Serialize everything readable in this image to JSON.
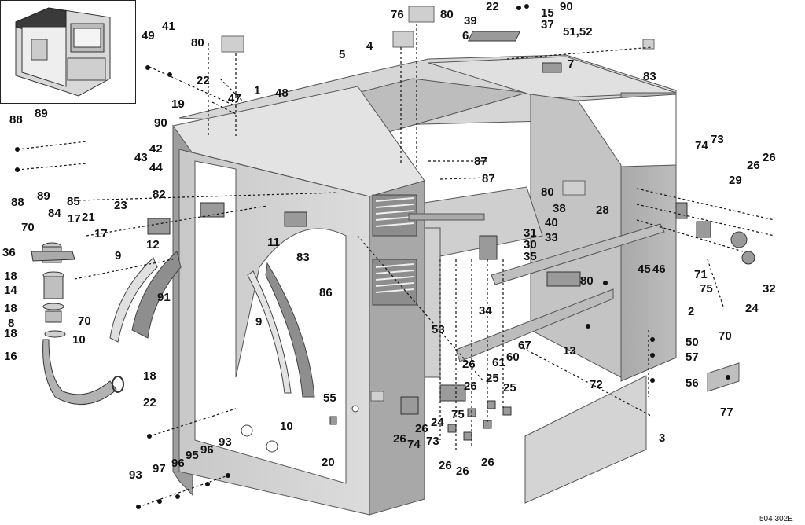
{
  "drawing_code": "504 302E",
  "callouts": [
    {
      "id": "c1",
      "text": "1"
    },
    {
      "id": "c2",
      "text": "2"
    },
    {
      "id": "c3",
      "text": "3"
    },
    {
      "id": "c4",
      "text": "4"
    },
    {
      "id": "c5",
      "text": "5"
    },
    {
      "id": "c6",
      "text": "6"
    },
    {
      "id": "c7",
      "text": "7"
    },
    {
      "id": "c8",
      "text": "8"
    },
    {
      "id": "c9a",
      "text": "9"
    },
    {
      "id": "c9b",
      "text": "9"
    },
    {
      "id": "c10a",
      "text": "10"
    },
    {
      "id": "c10b",
      "text": "10"
    },
    {
      "id": "c11",
      "text": "11"
    },
    {
      "id": "c12",
      "text": "12"
    },
    {
      "id": "c13",
      "text": "13"
    },
    {
      "id": "c14",
      "text": "14"
    },
    {
      "id": "c15",
      "text": "15"
    },
    {
      "id": "c16",
      "text": "16"
    },
    {
      "id": "c17a",
      "text": "17"
    },
    {
      "id": "c17b",
      "text": "17"
    },
    {
      "id": "c18a",
      "text": "18"
    },
    {
      "id": "c18b",
      "text": "18"
    },
    {
      "id": "c18c",
      "text": "18"
    },
    {
      "id": "c18d",
      "text": "18"
    },
    {
      "id": "c19",
      "text": "19"
    },
    {
      "id": "c20",
      "text": "20"
    },
    {
      "id": "c21",
      "text": "21"
    },
    {
      "id": "c22a",
      "text": "22"
    },
    {
      "id": "c22b",
      "text": "22"
    },
    {
      "id": "c22c",
      "text": "22"
    },
    {
      "id": "c23",
      "text": "23"
    },
    {
      "id": "c24a",
      "text": "24"
    },
    {
      "id": "c24b",
      "text": "24"
    },
    {
      "id": "c25a",
      "text": "25"
    },
    {
      "id": "c25b",
      "text": "25"
    },
    {
      "id": "c26a",
      "text": "26"
    },
    {
      "id": "c26b",
      "text": "26"
    },
    {
      "id": "c26c",
      "text": "26"
    },
    {
      "id": "c26d",
      "text": "26"
    },
    {
      "id": "c26e",
      "text": "26"
    },
    {
      "id": "c26f",
      "text": "26"
    },
    {
      "id": "c26g",
      "text": "26"
    },
    {
      "id": "c26h",
      "text": "26"
    },
    {
      "id": "c26i",
      "text": "26"
    },
    {
      "id": "c28",
      "text": "28"
    },
    {
      "id": "c29",
      "text": "29"
    },
    {
      "id": "c30",
      "text": "30"
    },
    {
      "id": "c31",
      "text": "31"
    },
    {
      "id": "c32",
      "text": "32"
    },
    {
      "id": "c33",
      "text": "33"
    },
    {
      "id": "c34",
      "text": "34"
    },
    {
      "id": "c35",
      "text": "35"
    },
    {
      "id": "c36",
      "text": "36"
    },
    {
      "id": "c37",
      "text": "37"
    },
    {
      "id": "c38",
      "text": "38"
    },
    {
      "id": "c39",
      "text": "39"
    },
    {
      "id": "c40",
      "text": "40"
    },
    {
      "id": "c41",
      "text": "41"
    },
    {
      "id": "c42",
      "text": "42"
    },
    {
      "id": "c43",
      "text": "43"
    },
    {
      "id": "c44",
      "text": "44"
    },
    {
      "id": "c45",
      "text": "45"
    },
    {
      "id": "c46",
      "text": "46"
    },
    {
      "id": "c47",
      "text": "47"
    },
    {
      "id": "c48",
      "text": "48"
    },
    {
      "id": "c49",
      "text": "49"
    },
    {
      "id": "c50",
      "text": "50"
    },
    {
      "id": "c5152",
      "text": "51,52"
    },
    {
      "id": "c53",
      "text": "53"
    },
    {
      "id": "c55",
      "text": "55"
    },
    {
      "id": "c56",
      "text": "56"
    },
    {
      "id": "c57",
      "text": "57"
    },
    {
      "id": "c60",
      "text": "60"
    },
    {
      "id": "c61",
      "text": "61"
    },
    {
      "id": "c67",
      "text": "67"
    },
    {
      "id": "c70a",
      "text": "70"
    },
    {
      "id": "c70b",
      "text": "70"
    },
    {
      "id": "c70c",
      "text": "70"
    },
    {
      "id": "c71",
      "text": "71"
    },
    {
      "id": "c72",
      "text": "72"
    },
    {
      "id": "c73a",
      "text": "73"
    },
    {
      "id": "c73b",
      "text": "73"
    },
    {
      "id": "c74a",
      "text": "74"
    },
    {
      "id": "c74b",
      "text": "74"
    },
    {
      "id": "c75a",
      "text": "75"
    },
    {
      "id": "c75b",
      "text": "75"
    },
    {
      "id": "c76",
      "text": "76"
    },
    {
      "id": "c77",
      "text": "77"
    },
    {
      "id": "c80a",
      "text": "80"
    },
    {
      "id": "c80b",
      "text": "80"
    },
    {
      "id": "c80c",
      "text": "80"
    },
    {
      "id": "c80d",
      "text": "80"
    },
    {
      "id": "c82",
      "text": "82"
    },
    {
      "id": "c83a",
      "text": "83"
    },
    {
      "id": "c83b",
      "text": "83"
    },
    {
      "id": "c84",
      "text": "84"
    },
    {
      "id": "c85",
      "text": "85"
    },
    {
      "id": "c86",
      "text": "86"
    },
    {
      "id": "c87a",
      "text": "87"
    },
    {
      "id": "c87b",
      "text": "87"
    },
    {
      "id": "c88a",
      "text": "88"
    },
    {
      "id": "c88b",
      "text": "88"
    },
    {
      "id": "c89a",
      "text": "89"
    },
    {
      "id": "c89b",
      "text": "89"
    },
    {
      "id": "c90a",
      "text": "90"
    },
    {
      "id": "c90b",
      "text": "90"
    },
    {
      "id": "c91",
      "text": "91"
    },
    {
      "id": "c93a",
      "text": "93"
    },
    {
      "id": "c93b",
      "text": "93"
    },
    {
      "id": "c95",
      "text": "95"
    },
    {
      "id": "c96a",
      "text": "96"
    },
    {
      "id": "c96b",
      "text": "96"
    },
    {
      "id": "c97",
      "text": "97"
    }
  ]
}
